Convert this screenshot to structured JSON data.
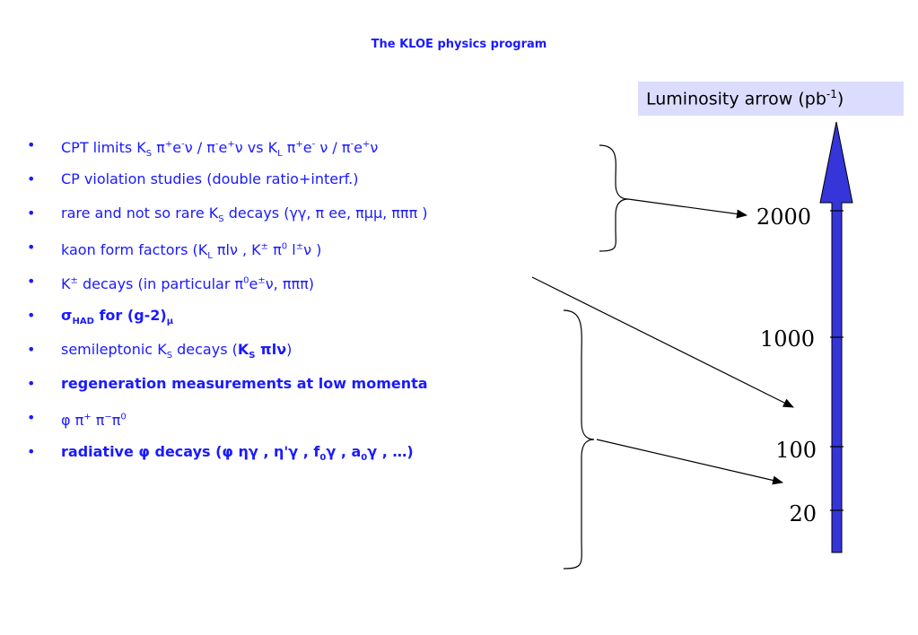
{
  "title": "The KLOE physics program",
  "luminosity": {
    "label": "Luminosity arrow (pb",
    "exponent": "-1",
    "close": ")",
    "arrow_color": "#3535d9",
    "ticks": [
      "2000",
      "1000",
      "100",
      "20"
    ]
  },
  "bullets": [
    {
      "parts": [
        "CPT limits K",
        "S",
        " π",
        "+",
        "e",
        "-",
        "ν / π",
        "-",
        "e",
        "+",
        "ν     vs     K",
        "L",
        " π",
        "+",
        "e",
        "-",
        " ν  / π",
        "-",
        "e",
        "+",
        "ν"
      ]
    },
    {
      "text": "CP violation studies (double ratio+interf.)"
    },
    {
      "parts": [
        " rare and not so rare K",
        "S",
        " decays (γγ, π ee, πμμ, πππ )"
      ]
    },
    {
      "parts": [
        "kaon form factors (K",
        "L",
        "  πlν , K",
        "±",
        "  π",
        "0",
        " l",
        "±",
        "ν )"
      ]
    },
    {
      "parts": [
        "K",
        "±",
        " decays (in particular π",
        "0",
        "e",
        "±",
        "ν, πππ)"
      ]
    },
    {
      "parts": [
        "σ",
        "HAD",
        "   for (g-2)",
        "μ"
      ]
    },
    {
      "parts": [
        " semileptonic K",
        "S",
        " decays (",
        "K",
        "S",
        "  πlν",
        ")"
      ]
    },
    {
      "text": "regeneration measurements at low momenta"
    },
    {
      "parts": [
        "φ   π",
        "+",
        " π",
        "−",
        "π",
        "0"
      ]
    },
    {
      "parts": [
        "radiative φ decays (φ   ηγ , η'γ  , f",
        "0",
        "γ , a",
        "0",
        "γ  , …)"
      ]
    }
  ],
  "bullet_char": "•"
}
